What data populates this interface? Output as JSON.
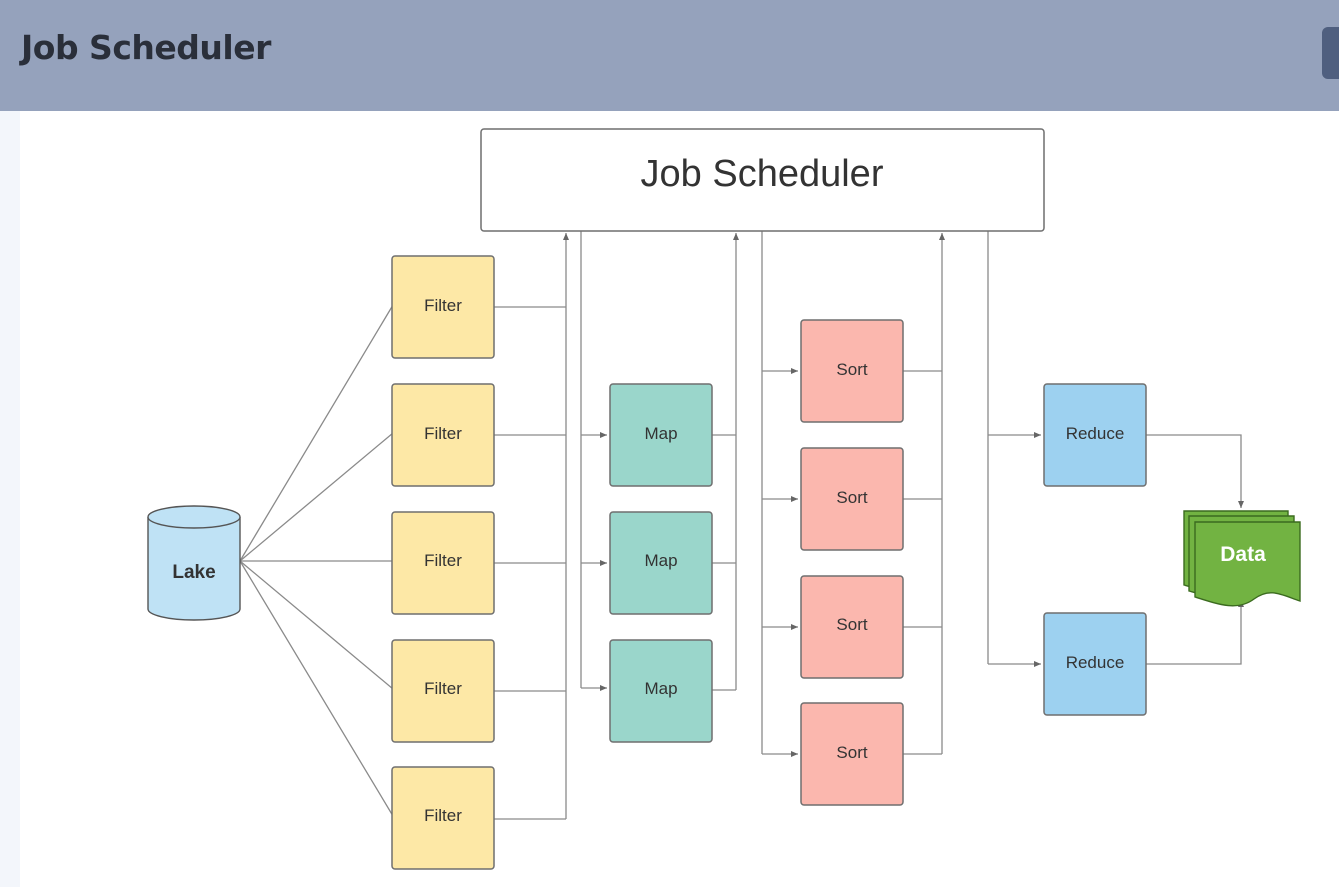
{
  "header": {
    "title": "Job Scheduler"
  },
  "diagram": {
    "scheduler_label": "Job Scheduler",
    "source_label": "Lake",
    "filter_label": "Filter",
    "map_label": "Map",
    "sort_label": "Sort",
    "reduce_label": "Reduce",
    "output_label": "Data"
  },
  "colors": {
    "header_bg": "#95a2bc",
    "filter": "#fde8a6",
    "map": "#9ad6cb",
    "sort": "#fbb7ae",
    "reduce": "#9dd1f0",
    "lake": "#bfe2f5",
    "data": "#72b342"
  }
}
